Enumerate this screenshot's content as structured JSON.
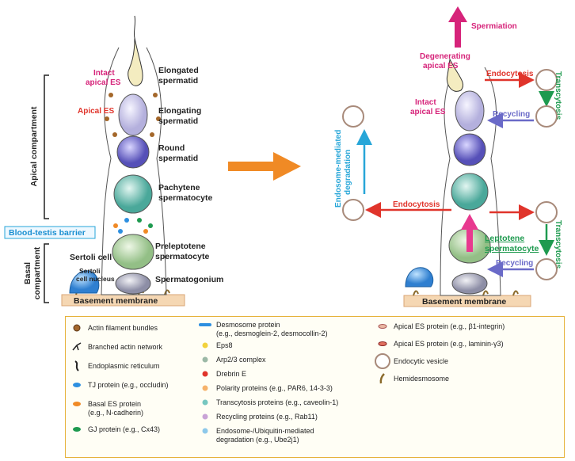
{
  "left": {
    "elongated": "Elongated\nspermatid",
    "elongating": "Elongating\nspermatid",
    "round": "Round\nspermatid",
    "pachytene": "Pachytene\nspermatocyte",
    "preleptotene": "Preleptotene\nspermatocyte",
    "spermatogonium": "Spermatogonium",
    "intact_apical_es": "Intact\napical ES",
    "apical_es": "Apical ES",
    "apical_compartment": "Apical compartment",
    "blood_testis_barrier": "Blood-testis barrier",
    "basal_compartment": "Basal\ncompartment",
    "sertoli_cell": "Sertoli cell",
    "sertoli_nucleus": "Sertoli\ncell nucleus",
    "basement_membrane": "Basement membrane"
  },
  "right": {
    "spermiation": "Spermiation",
    "degenerating_apical_es": "Degenerating\napical ES",
    "intact_apical_es": "Intact\napical ES",
    "endocytosis_top": "Endocytosis",
    "transcytosis_top": "Transcytosis",
    "recycling_top": "Recycling",
    "endosome_degradation": "Endosome-mediated\ndegradation",
    "endocytosis_mid": "Endocytosis",
    "leptotene": "Leptotene\nspermatocyte",
    "transcytosis_bottom": "Transcytosis",
    "recycling_bottom": "Recycling",
    "basement_membrane": "Basement membrane"
  },
  "legend": {
    "col1": [
      {
        "icon": "actin-bundle-icon",
        "text": "Actin filament bundles"
      },
      {
        "icon": "branched-actin-icon",
        "text": "Branched actin network"
      },
      {
        "icon": "er-icon",
        "text": "Endoplasmic reticulum"
      },
      {
        "icon": "tj-protein-icon",
        "text": "TJ protein (e.g., occludin)"
      },
      {
        "icon": "basal-es-icon",
        "text": "Basal ES protein\n(e.g., N-cadherin)"
      },
      {
        "icon": "gj-protein-icon",
        "text": "GJ protein (e.g., Cx43)"
      }
    ],
    "col2": [
      {
        "icon": "desmosome-icon",
        "text": "Desmosome protein\n(e.g., desmoglein-2, desmocollin-2)"
      },
      {
        "icon": "eps8-icon",
        "text": "Eps8"
      },
      {
        "icon": "arp23-icon",
        "text": "Arp2/3 complex"
      },
      {
        "icon": "drebrin-icon",
        "text": "Drebrin E"
      },
      {
        "icon": "polarity-icon",
        "text": "Polarity proteins (e.g., PAR6, 14-3-3)"
      },
      {
        "icon": "transcytosis-protein-icon",
        "text": "Transcytosis proteins (e.g., caveolin-1)"
      },
      {
        "icon": "recycling-protein-icon",
        "text": "Recycling proteins (e.g., Rab11)"
      },
      {
        "icon": "ubiquitin-icon",
        "text": "Endosome-/Ubiquitin-mediated\ndegradation (e.g., Ube2j1)"
      }
    ],
    "col3": [
      {
        "icon": "apical-es-b1-icon",
        "text": "Apical ES protein (e.g., β1-integrin)"
      },
      {
        "icon": "apical-es-lam-icon",
        "text": "Apical ES protein (e.g., laminin-γ3)"
      },
      {
        "icon": "endocytic-vesicle-icon",
        "text": "Endocytic vesicle"
      },
      {
        "icon": "hemidesmosome-icon",
        "text": "Hemidesmosome"
      }
    ]
  },
  "colors": {
    "magenta": "#d6247a",
    "red": "#e0342b",
    "green": "#1e9a4f",
    "blue": "#6a6ac8",
    "cyan": "#27a6d8",
    "orange": "#f08a25",
    "membrane": "#f5d7b3",
    "legend_border": "#e6b23a"
  }
}
